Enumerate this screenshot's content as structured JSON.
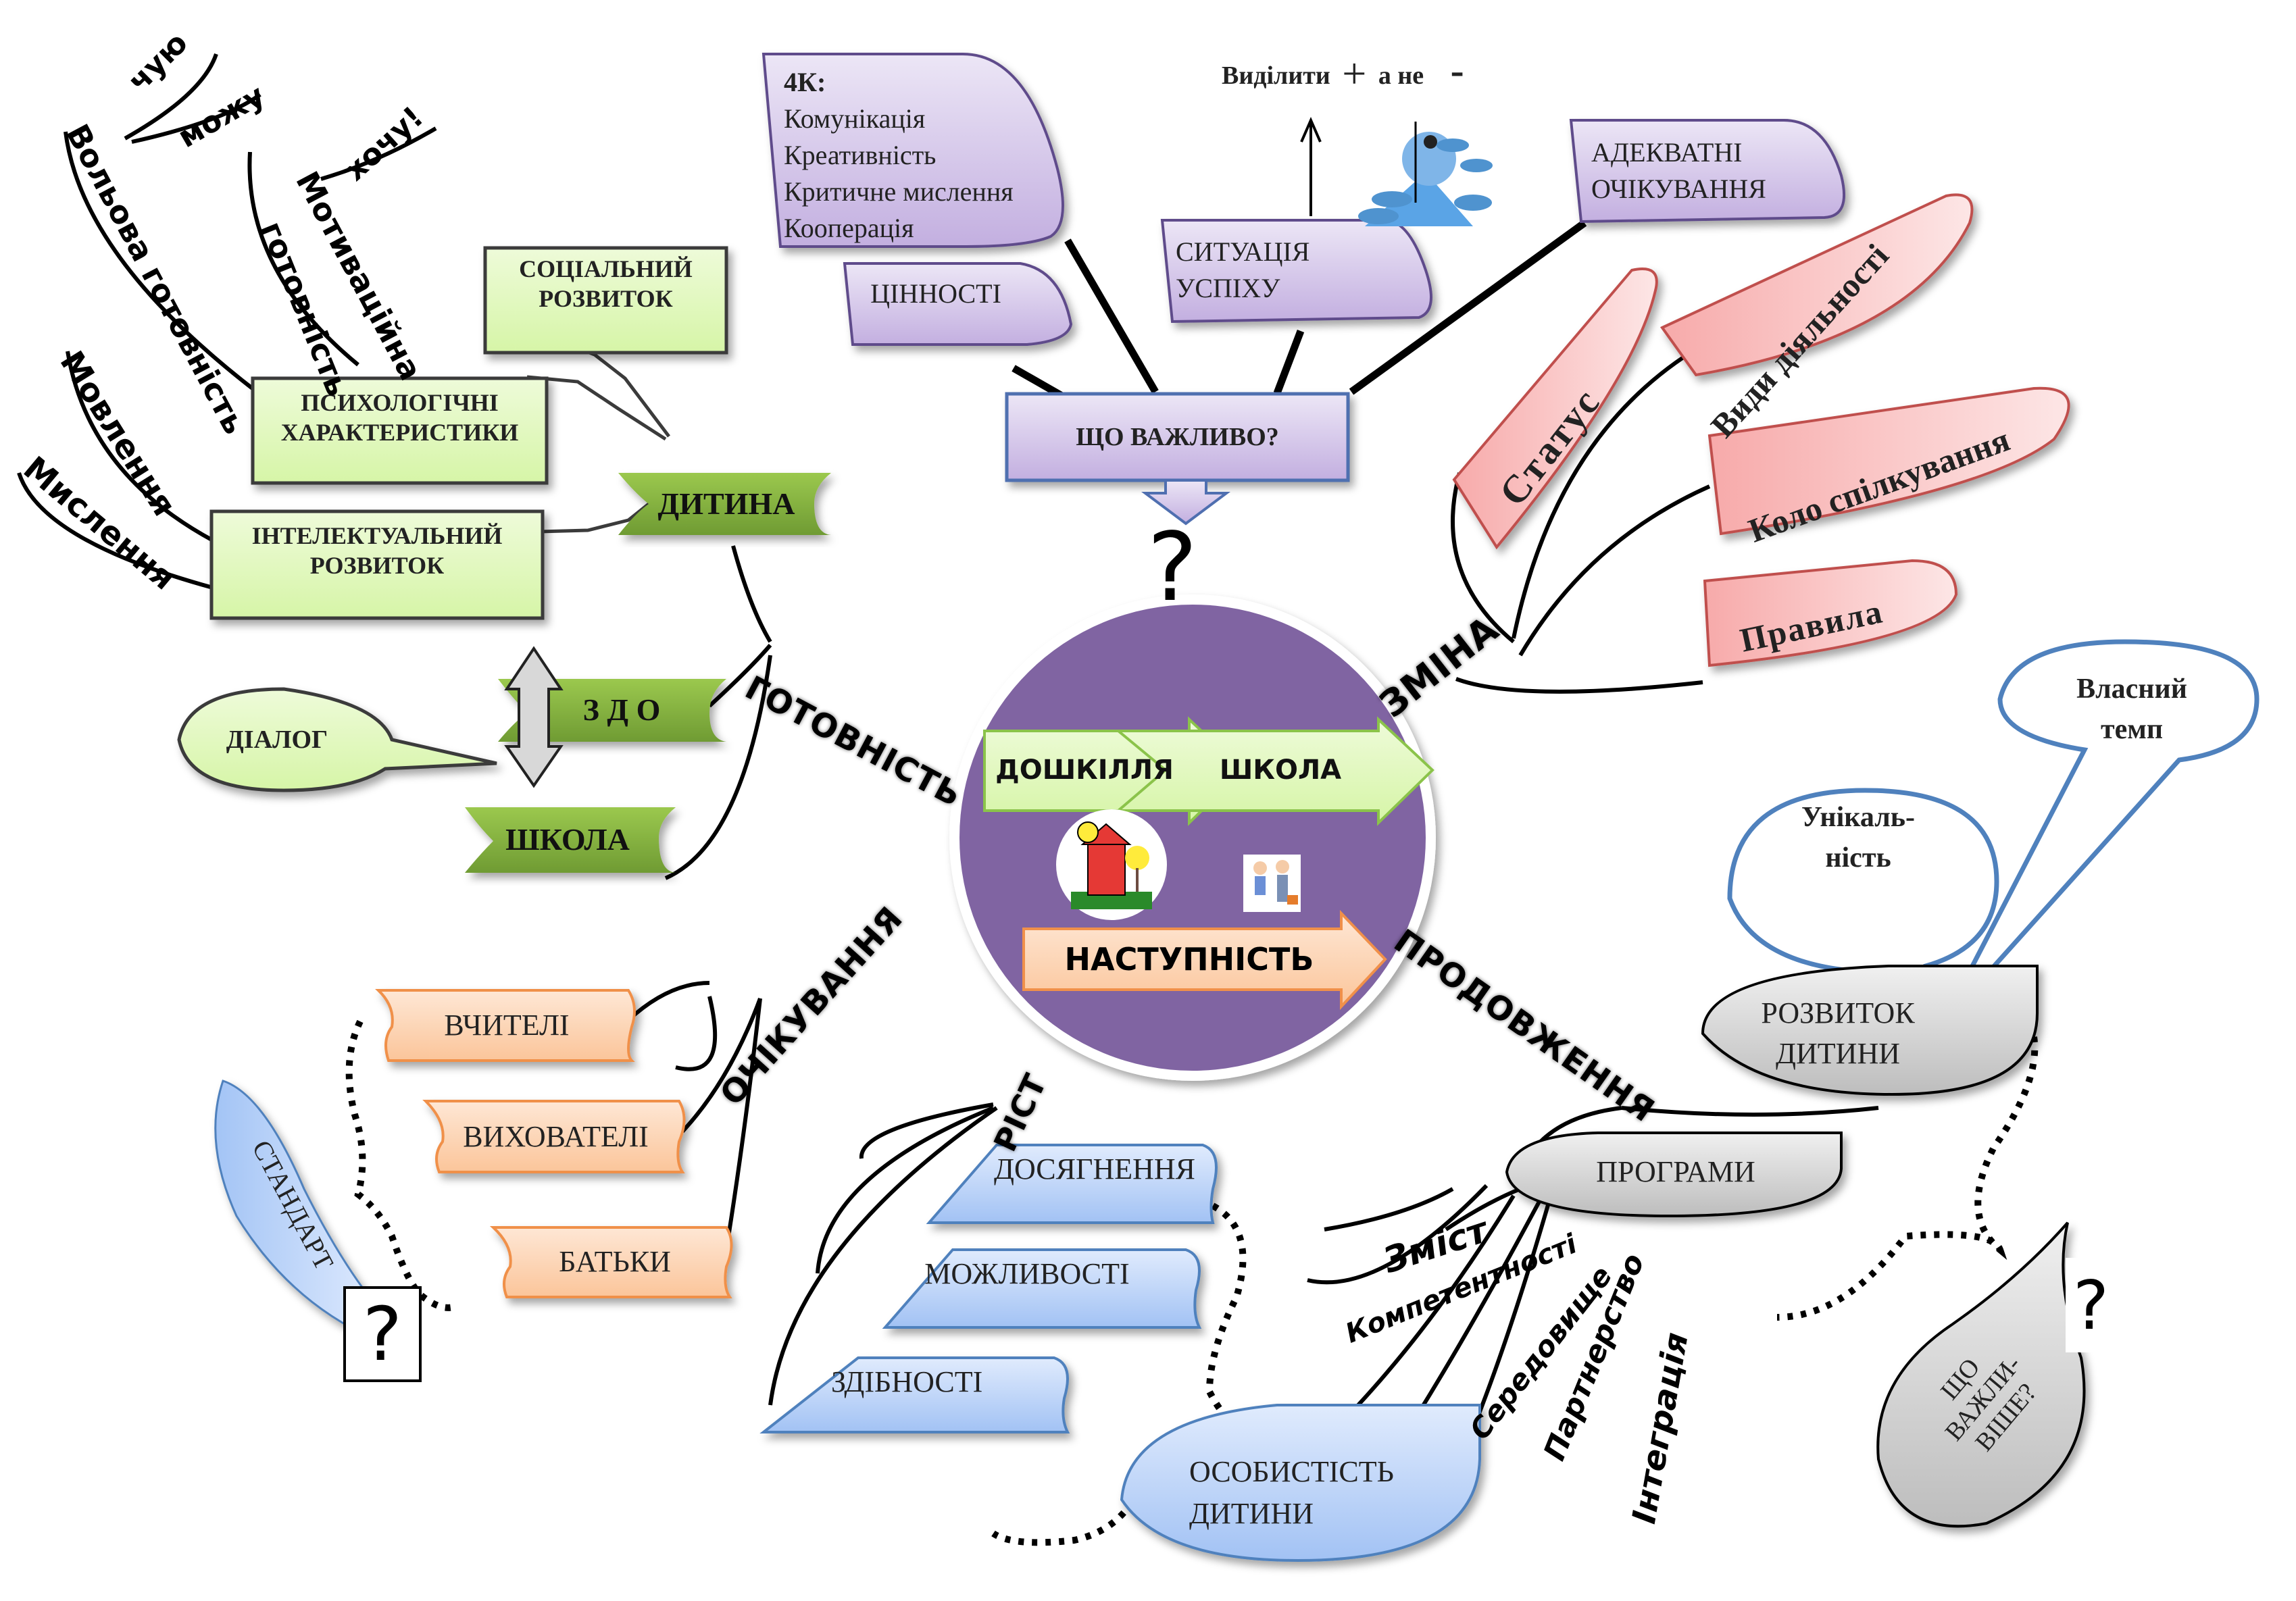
{
  "center": {
    "arrow1": "ДОШКІЛЛЯ",
    "arrow2": "ШКОЛА",
    "main_arrow": "НАСТУПНІСТЬ",
    "image_left": "kindergarten-picture",
    "image_right": "schoolchildren-picture"
  },
  "branches": {
    "readiness": "ГОТОВНІСТЬ",
    "change": "ЗМІНА",
    "expectations": "ОЧІКУВАННЯ",
    "growth": "РІСТ",
    "continuation": "ПРОДОВЖЕННЯ"
  },
  "what_important": {
    "title": "ЩО ВАЖЛИВО?",
    "question_mark": "?",
    "four_c": {
      "heading": "4К:",
      "items": [
        "Комунікація",
        "Креативність",
        "Критичне мислення",
        "Кооперація"
      ]
    },
    "values": "ЦІННОСТІ",
    "success": "СИТУАЦІЯ\nУСПІХУ",
    "adequate": "АДЕКВАТНІ\nОЧІКУВАННЯ",
    "highlight_text": "Виділити",
    "plus": "+",
    "not_text": "а не",
    "minus": "-",
    "image": "mountain-climber-picture"
  },
  "readiness": {
    "child": "ДИТИНА",
    "social": "СОЦІАЛЬНИЙ\nРОЗВИТОК",
    "psych": "ПСИХОЛОГІЧНІ\nХАРАКТЕРИСТИКИ",
    "intellect": "ІНТЕЛЕКТУАЛЬНИЙ\nРОЗВИТОК",
    "volitional": "Вольова готовність",
    "motivational_1": "Мотиваційна",
    "motivational_2": "готовність",
    "hear": "чую",
    "can": "можу",
    "want": "хочу!",
    "speech": "Мовлення",
    "thinking": "Мислення",
    "zdo": "З Д О",
    "school": "ШКОЛА",
    "dialog": "ДІАЛОГ"
  },
  "change": {
    "items": [
      "Статус",
      "Види діяльності",
      "Коло спілкування",
      "Правила"
    ]
  },
  "continuation": {
    "child_dev": "РОЗВИТОК\nДИТИНИ",
    "uniqueness": "Унікаль-\nність",
    "own_pace": "Власний\nтемп",
    "programs": "ПРОГРАМИ",
    "program_items": [
      "Зміст",
      "Компетентності",
      "Середовище",
      "Партнерство",
      "Інтеграція"
    ],
    "more_important": "ЩО\nВАЖЛИ-\nВІШЕ?",
    "question_mark": "?"
  },
  "expectations": {
    "items": [
      "ВЧИТЕЛІ",
      "ВИХОВАТЕЛІ",
      "БАТЬКИ"
    ],
    "standard": "СТАНДАРТ",
    "question_mark": "?"
  },
  "growth": {
    "items": [
      "ДОСЯГНЕННЯ",
      "МОЖЛИВОСТІ",
      "ЗДІБНОСТІ"
    ],
    "personality": "ОСОБИСТІСТЬ\nДИТИНИ"
  },
  "colors": {
    "center_circle": "#8064a2",
    "green_light": "#d8f7a8",
    "green_dark": "#77a33a",
    "purple_light": "#e9e2f4",
    "purple_dark": "#c2addf",
    "pink_light": "#fde4e4",
    "pink_dark": "#f3a3a3",
    "blue_light": "#dbe8fc",
    "blue_dark": "#a3c4f5",
    "orange_light": "#fde3cc",
    "orange_dark": "#f7b987",
    "bubble_stroke": "#4f81bd"
  }
}
